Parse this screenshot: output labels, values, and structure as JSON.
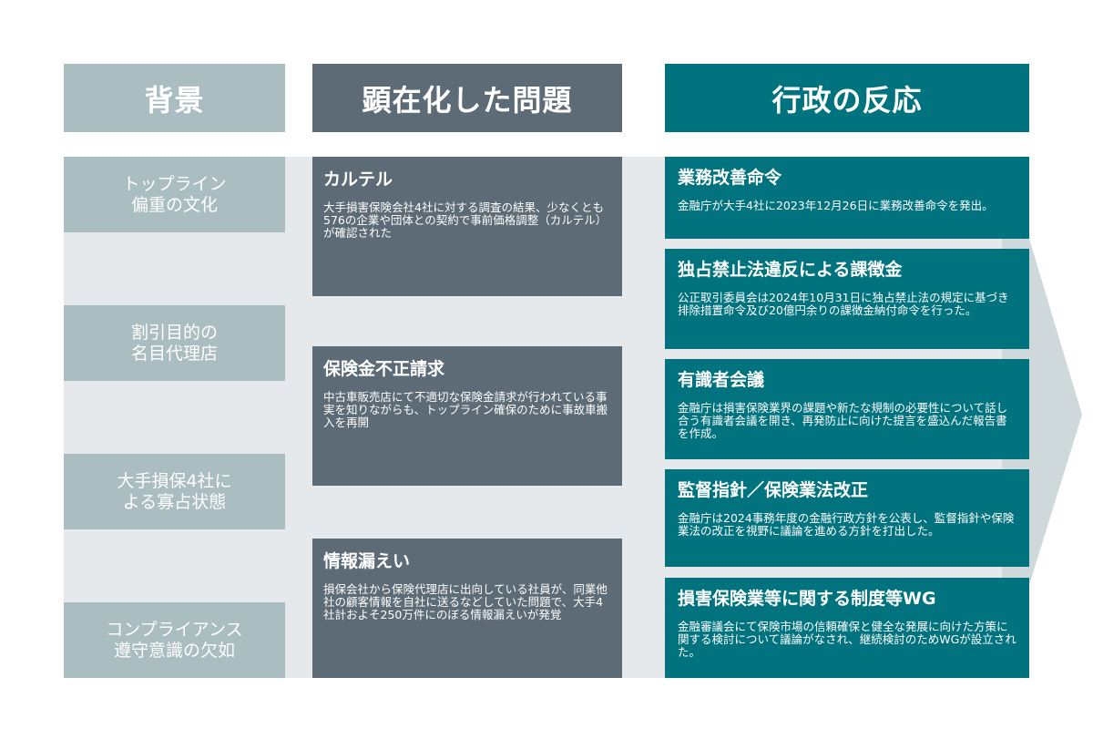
{
  "headers": {
    "background": "背景",
    "problems": "顕在化した問題",
    "response": "行政の反応"
  },
  "background_items": [
    "トップライン\n偏重の文化",
    "割引目的の\n名目代理店",
    "大手損保4社に\nよる寡占状態",
    "コンプライアンス\n遵守意識の欠如"
  ],
  "problems": [
    {
      "title": "カルテル",
      "text": "大手損害保険会社4社に対する調査の結果、少なくとも576の企業や団体との契約で事前価格調整（カルテル）が確認された"
    },
    {
      "title": "保険金不正請求",
      "text": "中古車販売店にて不適切な保険金請求が行われている事実を知りながらも、トップライン確保のために事故車搬入を再開"
    },
    {
      "title": "情報漏えい",
      "text": "損保会社から保険代理店に出向している社員が、同業他社の顧客情報を自社に送るなどしていた問題で、大手4社計およそ250万件にのぼる情報漏えいが発覚"
    }
  ],
  "responses": [
    {
      "title": "業務改善命令",
      "text": "金融庁が大手4社に2023年12月26日に業務改善命令を発出。"
    },
    {
      "title": "独占禁止法違反による課徴金",
      "text": "公正取引委員会は2024年10月31日に独占禁止法の規定に基づき排除措置命令及び20億円余りの課徴金納付命令を行った。"
    },
    {
      "title": "有識者会議",
      "text": "金融庁は損害保険業界の課題や新たな規制の必要性について話し合う有識者会議を開き、再発防止に向けた提言を盛込んだ報告書を作成。"
    },
    {
      "title": "監督指針／保険業法改正",
      "text": "金融庁は2024事務年度の金融行政方針を公表し、監督指針や保険業法の改正を視野に議論を進める方針を打出した。"
    },
    {
      "title": "損害保険業等に関する制度等WG",
      "text": "金融審議会にて保険市場の信頼確保と健全な発展に向けた方策に関する検討について議論がなされ、継続検討のためWGが設立された。"
    }
  ],
  "colors": {
    "background_col": "#aabdc1",
    "problem_col": "#5c6b75",
    "response_col": "#00737f",
    "band": "#e5e9eb",
    "arrow": "#cfd9db"
  }
}
